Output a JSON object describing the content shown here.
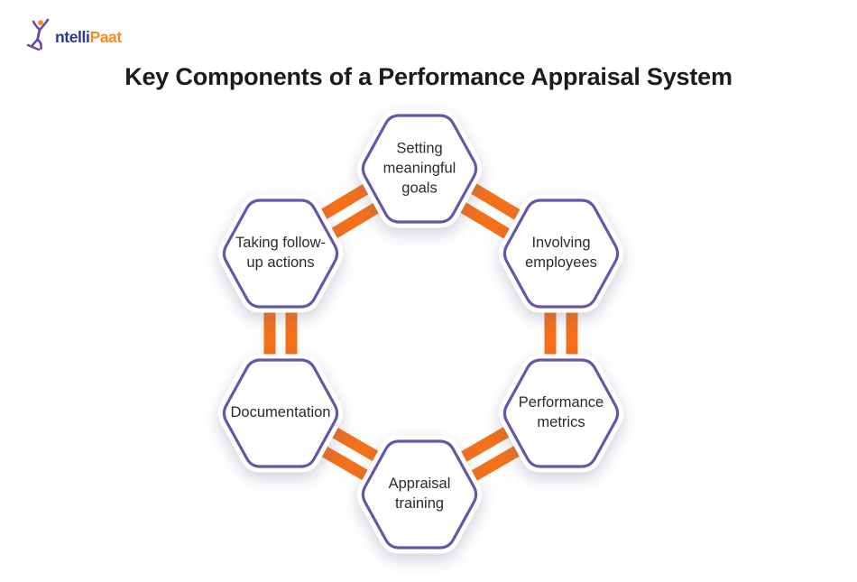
{
  "logo": {
    "brand": "IntelliPaat",
    "text_navy": "ntelli",
    "text_orange": "Paat",
    "icon": "person-leaping-icon"
  },
  "title": "Key Components of a Performance Appraisal System",
  "diagram": {
    "type": "cycle",
    "connector_style": "orange-double-bar",
    "node_shape": "hexagon",
    "nodes": [
      {
        "label": "Setting meaningful goals",
        "position": "top"
      },
      {
        "label": "Involving employees",
        "position": "top-right"
      },
      {
        "label": "Performance metrics",
        "position": "bottom-right"
      },
      {
        "label": "Appraisal training",
        "position": "bottom"
      },
      {
        "label": "Documentation",
        "position": "bottom-left"
      },
      {
        "label": "Taking follow-up actions",
        "position": "top-left"
      }
    ]
  },
  "colors": {
    "hexagon_border": "#6456AA",
    "connector_orange": "#F4701B",
    "logo_navy": "#2B3990",
    "logo_orange": "#F68B1E",
    "logo_purple": "#6A46A5",
    "node_text": "#2B2B2B",
    "title_text": "#1B1B1B",
    "background": "#FFFFFF"
  }
}
